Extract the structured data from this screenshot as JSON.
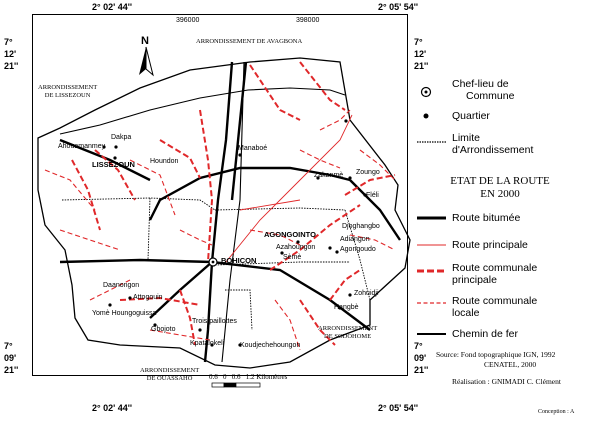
{
  "coords": {
    "top_left": "2° 02' 44''",
    "top_right": "2° 05' 54''",
    "bottom_left": "2° 02' 44''",
    "bottom_right": "2° 05' 54''",
    "lat_top_left": [
      "7°",
      "12'",
      "21''"
    ],
    "lat_top_right": [
      "7°",
      "12'",
      "21''"
    ],
    "lat_bottom_left": [
      "7°",
      "09'",
      "21''"
    ],
    "lat_bottom_right": [
      "7°",
      "09'",
      "21''"
    ],
    "utm_1": "396000",
    "utm_2": "398000"
  },
  "arrondissements": {
    "avagbona": "ARRONDISSEMENT DE AVAGBONA",
    "lissezoun": [
      "ARRONDISSEMENT",
      "DE LISSEZOUN"
    ],
    "sodohome": [
      "ARRONDISSEMENT",
      "DE SODOHOME"
    ],
    "ouassaho": [
      "ARRONDISSEMENT",
      "DE OUASSAHO"
    ]
  },
  "north": "N",
  "places": {
    "dakpa": "Dakpa",
    "ahouamanmey": "Ahouamanmey",
    "lissezoun": "LISSEZOUN",
    "houndon": "Houndon",
    "manaboe": "Manaboé",
    "zakanme": "Zakanmè",
    "zoungo": "Zoungo",
    "fleli": "Fléli",
    "agongointo": "AGONGOINTO",
    "djoghangbo": "Djoghangbo",
    "adiangon": "Adiangon",
    "agongoudo": "Agongoudo",
    "azahoungon": "Azahoungon",
    "seme": "Sèmè",
    "bohicon": "BOHICON",
    "daanongon": "Daanongon",
    "attogouin": "Attogouin",
    "yome": "Yomè Houngoguissa",
    "gbojoto": "Gbojoto",
    "trois": "Trois paillottes",
    "kpatalokeli": "Kpatalokeli",
    "koudjechehoungon": "Koudjechehoungon",
    "zohuidji": "Zohuidji",
    "hangbe": "Hangbè"
  },
  "scale": {
    "labels": [
      "0.6",
      "0",
      "0.6",
      "1.2"
    ],
    "unit": "Kilomètres"
  },
  "legend": {
    "chef_lieu": [
      "Chef-lieu de",
      "Commune"
    ],
    "quartier": "Quartier",
    "limite": [
      "Limite",
      "d'Arrondissement"
    ],
    "etat": [
      "ETAT DE LA ROUTE",
      "EN 2000"
    ],
    "bitumee": "Route bitumée",
    "principale": "Route principale",
    "communale_principale": [
      "Route communale",
      "principale"
    ],
    "communale_locale": [
      "Route communale",
      "locale"
    ],
    "chemin_fer": "Chemin de fer"
  },
  "source": [
    "Source: Fond topographique IGN, 1992",
    "CENATEL, 2000"
  ],
  "realisation": "Réalisation : GNIMADI C. Clément",
  "conception": "Conception : A",
  "colors": {
    "red": "#e0282a",
    "black": "#000000"
  }
}
